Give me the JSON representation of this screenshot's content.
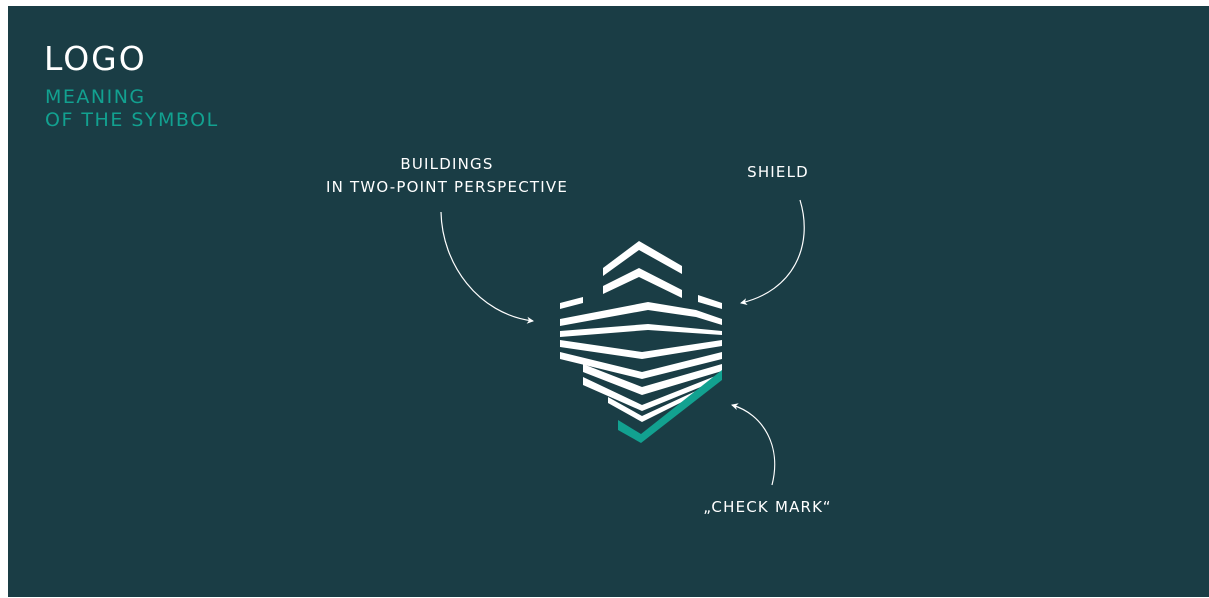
{
  "header": {
    "title": "LOGO",
    "subtitle_line1": "MEANING",
    "subtitle_line2": "OF THE SYMBOL"
  },
  "labels": {
    "buildings_line1": "BUILDINGS",
    "buildings_line2": "IN TWO-POINT PERSPECTIVE",
    "shield": "SHIELD",
    "check_mark": "„CHECK MARK“"
  },
  "colors": {
    "background": "#1a3d45",
    "accent": "#12a190",
    "text": "#ffffff"
  }
}
